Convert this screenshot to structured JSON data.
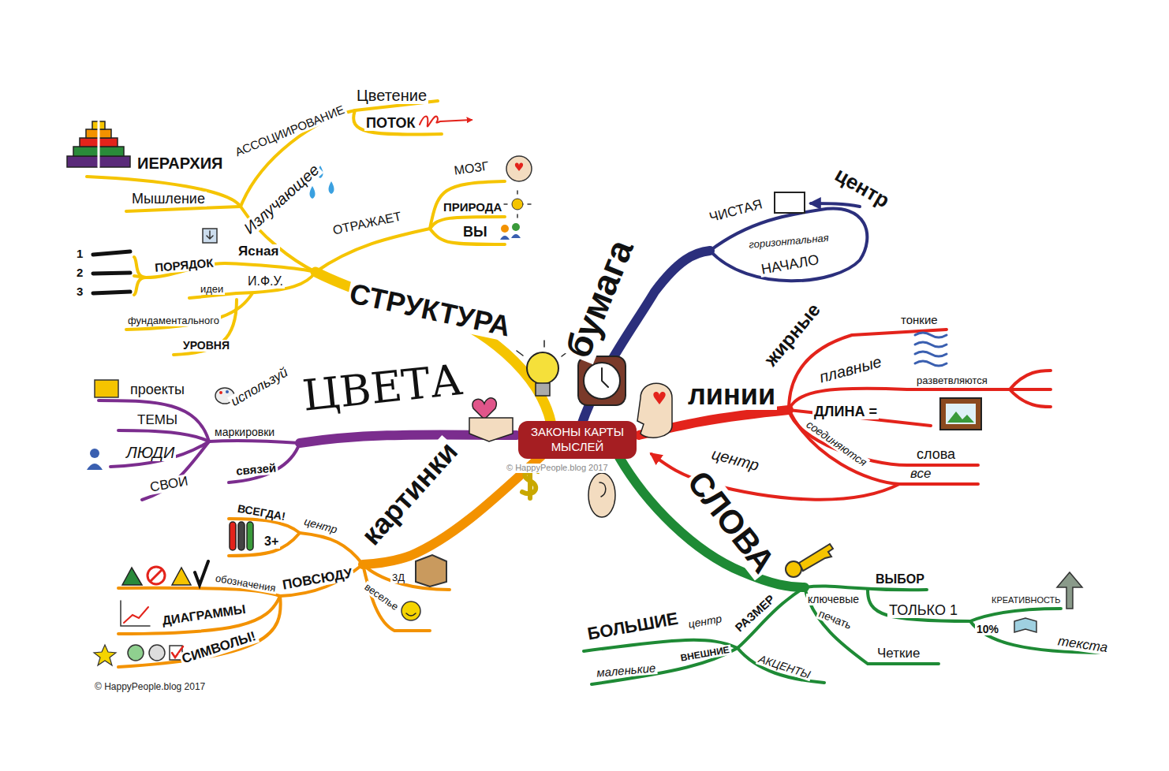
{
  "diagram": {
    "nodes": [
      {
        "text": [
          "ЗАКОНЫ КАРТЫ МЫСЛЕЙ"
        ]
      }
    ],
    "labels": [
      "СТРУКТУРА",
      "Излучающее",
      "Мышление",
      "ИЕРАРХИЯ",
      "АССОЦИИРОВАНИЕ",
      "Цветение",
      "ПОТОК",
      "ОТРАЖАЕТ",
      "МОЗГ",
      "ПРИРОДА",
      "ВЫ",
      "Ясная",
      "ПОРЯДОК",
      "1",
      "2",
      "3",
      "И.Ф.У.",
      "идеи",
      "фундаментального",
      "УРОВНЯ",
      "бумага",
      "ЧИСТАЯ",
      "центр",
      "горизонтальная",
      "НАЧАЛО",
      "линии",
      "жирные",
      "тонкие",
      "плавные",
      "разветвляются",
      "ДЛИНА =",
      "слова",
      "соединяются",
      "все",
      "центр",
      "СЛОВА",
      "ключевые",
      "ВЫБОР",
      "ТОЛЬКО 1",
      "КРЕАТИВНОСТЬ",
      "10%",
      "текста",
      "печать",
      "Четкие",
      "РАЗМЕР",
      "БОЛЬШИЕ",
      "центр",
      "маленькие",
      "ВНЕШНИЕ",
      "АКЦЕНТЫ",
      "картинки",
      "центр",
      "ВСЕГДА!",
      "3+",
      "3Д",
      "веселье",
      "ПОВСЮДУ",
      "обозначения",
      "ДИАГРАММЫ",
      "СИМВОЛЫ!",
      "ЦВЕТА",
      "используй",
      "маркировки",
      "связей",
      "проекты",
      "ТЕМЫ",
      "ЛЮДИ",
      "СВОИ",
      "© HappyPeople.blog 2017",
      "© HappyPeople.blog 2017"
    ]
  }
}
